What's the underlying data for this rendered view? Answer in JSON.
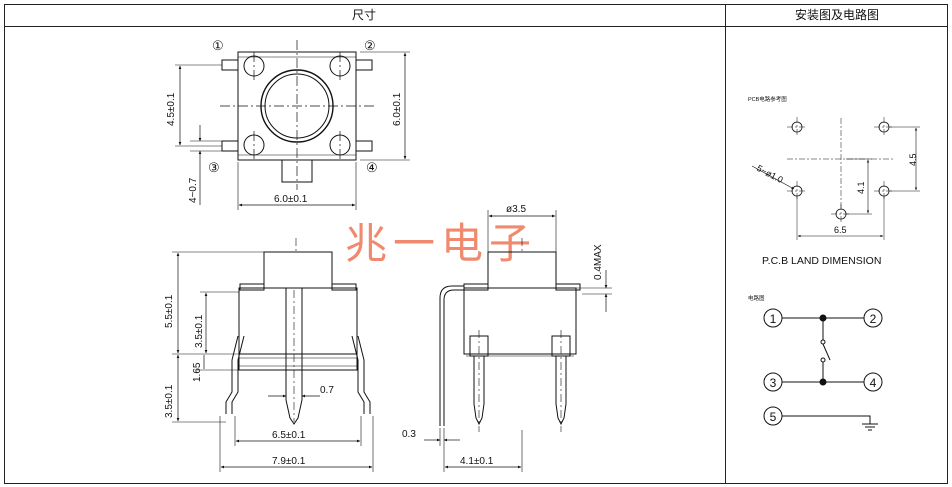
{
  "headers": {
    "left": "尺寸",
    "right": "安装图及电路图"
  },
  "watermark": "兆一电子",
  "top_view": {
    "pins": [
      "①",
      "②",
      "③",
      "④"
    ],
    "dim_height_45": "4.5±0.1",
    "dim_height_60": "6.0±0.1",
    "dim_width_60": "6.0±0.1",
    "dim_lead_47": "4~0.7"
  },
  "front_view": {
    "dim_55": "5.5±0.1",
    "dim_35_upper": "3.5±0.1",
    "dim_165": "1.65",
    "dim_35_lower": "3.5±0.1",
    "dim_07": "0.7",
    "dim_65": "6.5±0.1",
    "dim_79": "7.9±0.1"
  },
  "side_view": {
    "dim_dia": "ø3.5",
    "dim_04max": "0.4MAX",
    "dim_03": "0.3",
    "dim_41": "4.1±0.1"
  },
  "pcb": {
    "title_small": "PCB电路参考图",
    "dim_hole": "5−ø1.0",
    "dim_41": "4.1",
    "dim_45": "4.5",
    "dim_65": "6.5",
    "caption": "P.C.B LAND DIMENSION"
  },
  "circuit": {
    "title_small": "电路图",
    "pins": [
      "1",
      "2",
      "3",
      "4",
      "5"
    ]
  }
}
